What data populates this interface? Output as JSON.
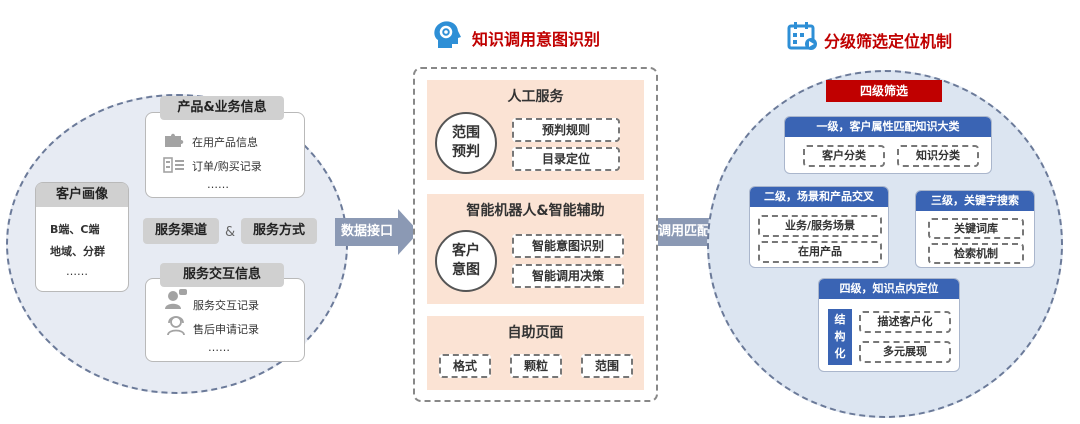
{
  "titles": {
    "knowledge_intent": "知识调用意图识别",
    "grade_filter": "分级筛选定位机制"
  },
  "left": {
    "customer_portrait": {
      "title": "客户画像",
      "lines": [
        "B端、C端",
        "地域、分群",
        "……"
      ]
    },
    "product_business": {
      "title": "产品&业务信息",
      "items": [
        "在用产品信息",
        "订单/购买记录"
      ],
      "ellipsis": "……"
    },
    "service_channel": "服务渠道",
    "ampersand": "&",
    "service_mode": "服务方式",
    "service_interaction": {
      "title": "服务交互信息",
      "items": [
        "服务交互记录",
        "售后申请记录"
      ],
      "ellipsis": "……"
    }
  },
  "arrows": {
    "data_interface": "数据接口",
    "call_match": "调用匹配"
  },
  "middle": {
    "manual": {
      "title": "人工服务",
      "circle_label": "范围预判",
      "circle_lines": [
        "范围",
        "预判"
      ],
      "pills": [
        "预判规则",
        "目录定位"
      ]
    },
    "smart": {
      "title": "智能机器人&智能辅助",
      "circle_lines": [
        "客户",
        "意图"
      ],
      "pills": [
        "智能意图识别",
        "智能调用决策"
      ]
    },
    "self_service": {
      "title": "自助页面",
      "pills": [
        "格式",
        "颗粒",
        "范围"
      ]
    }
  },
  "right": {
    "four_level_banner": "四级筛选",
    "level1": {
      "title": "一级，客户属性匹配知识大类",
      "pills": [
        "客户分类",
        "知识分类"
      ]
    },
    "level2": {
      "title": "二级，场景和产品交叉",
      "pills": [
        "业务/服务场景",
        "在用产品"
      ]
    },
    "level3": {
      "title": "三级，关键字搜索",
      "pills": [
        "关键词库",
        "检索机制"
      ]
    },
    "level4": {
      "title": "四级，知识点内定位",
      "side_label": [
        "结",
        "构",
        "化"
      ],
      "pills": [
        "描述客户化",
        "多元展现"
      ]
    }
  },
  "colors": {
    "title_red": "#c00000",
    "banner_red": "#c00000",
    "blue_header": "#3a64b4",
    "peach": "#fbe3d4",
    "arrow_gray": "#8b99b4",
    "icon_blue": "#2e8fd6"
  }
}
